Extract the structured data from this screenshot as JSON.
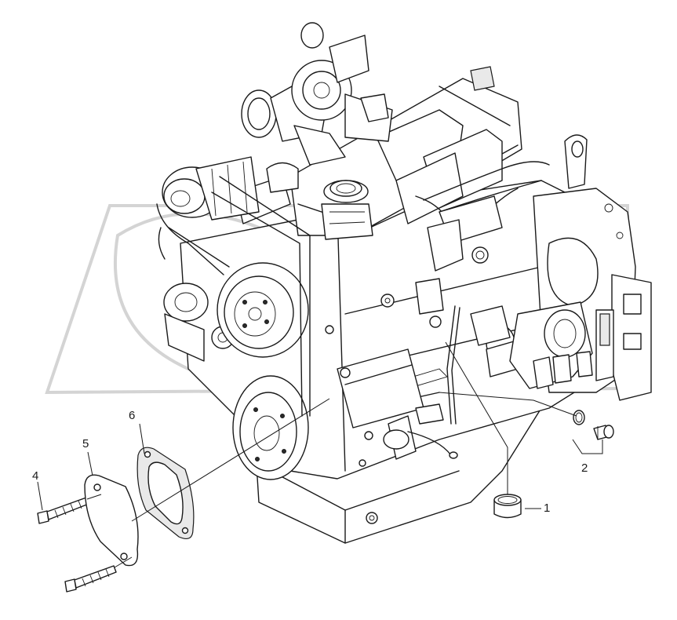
{
  "diagram": {
    "corner_code": "",
    "callouts": [
      {
        "id": "1",
        "label": "1"
      },
      {
        "id": "2",
        "label": "2"
      },
      {
        "id": "4",
        "label": "4"
      },
      {
        "id": "5",
        "label": "5"
      },
      {
        "id": "6",
        "label": "6"
      }
    ]
  },
  "colors": {
    "line": "#1a1a1a",
    "watermark": "#d4d4d4",
    "background": "#ffffff"
  }
}
